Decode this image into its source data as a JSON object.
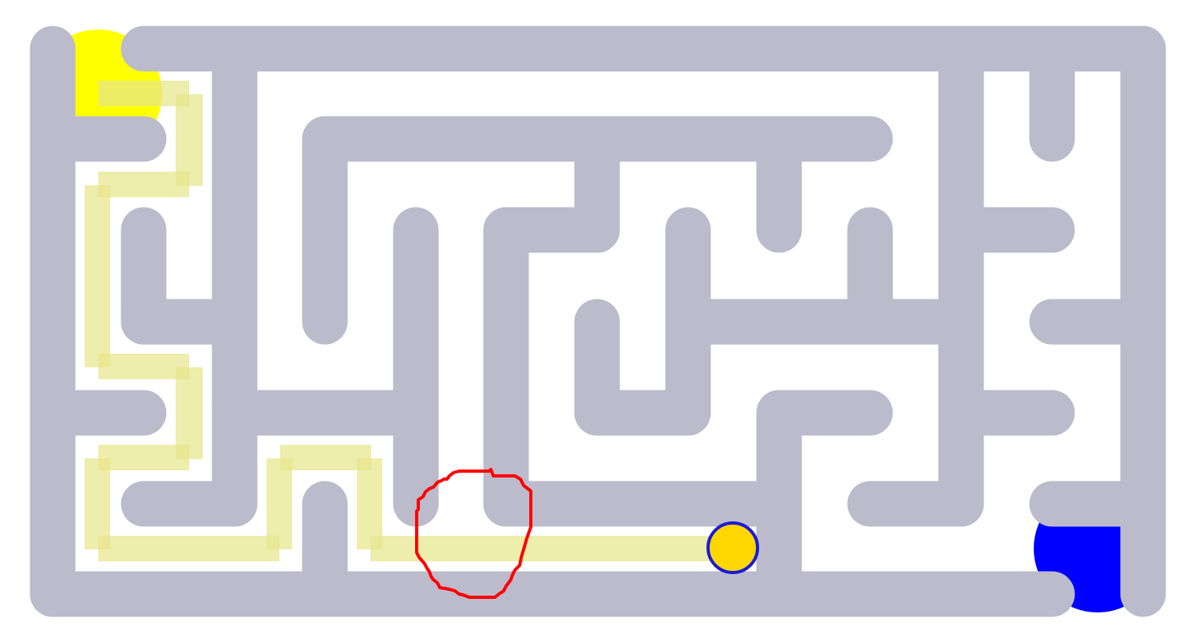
{
  "colors": {
    "background": "#ffffff",
    "wall": "#bbbbcc",
    "start_marker": "#ffff00",
    "goal_marker": "#0000ff",
    "trail": "#e6e68c",
    "player_fill": "#ffd700",
    "player_border": "#1a1ad6",
    "scribble": "#ff0000"
  },
  "maze": {
    "grid_columns": 12,
    "grid_rows": 6
  },
  "markers": {
    "start": "start-marker",
    "goal": "goal-marker"
  },
  "player": {
    "icon": "player-token"
  }
}
